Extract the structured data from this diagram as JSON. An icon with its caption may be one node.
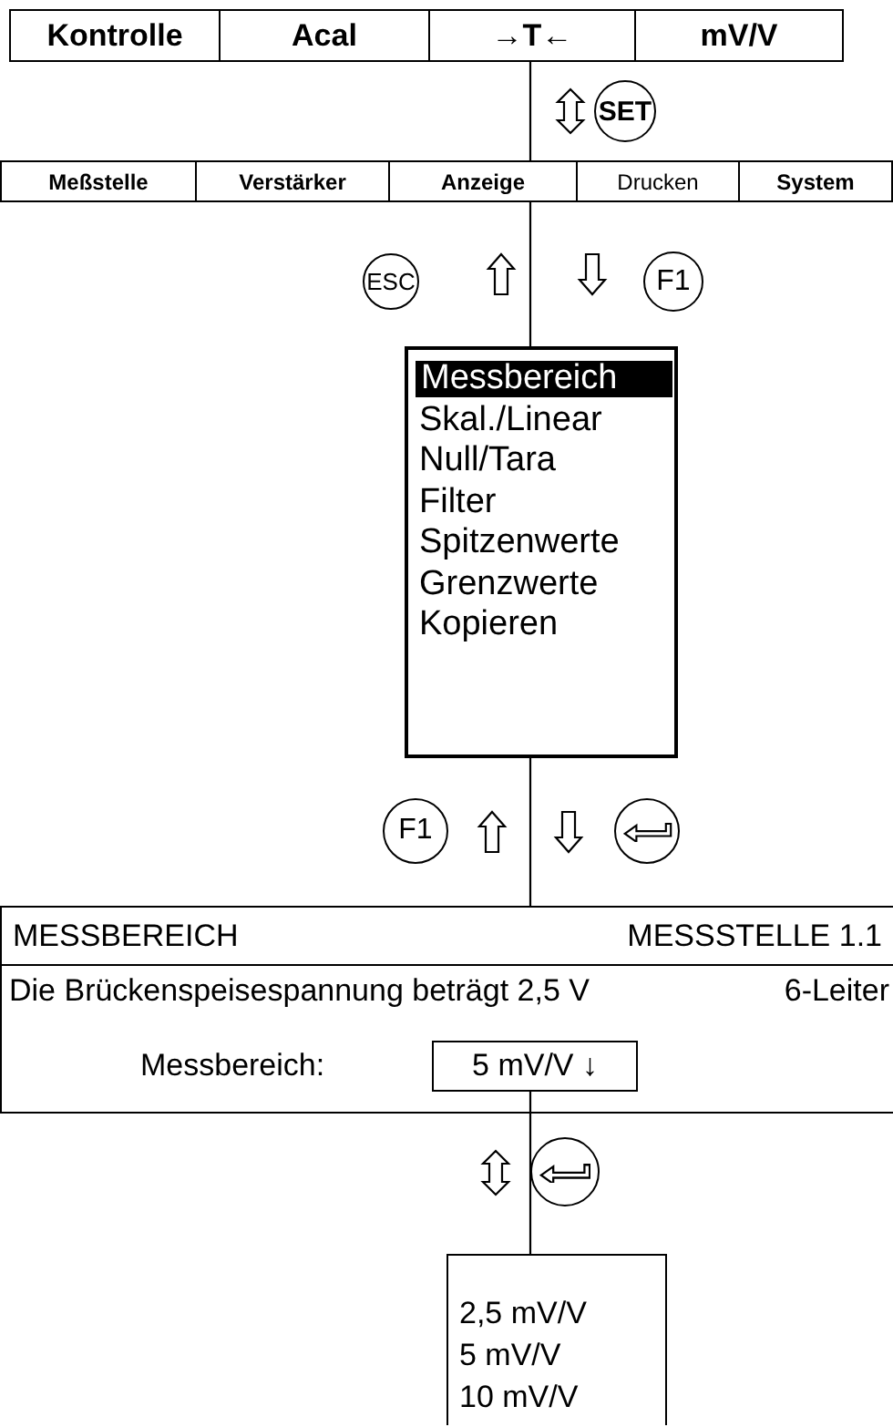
{
  "diagram": {
    "nodes": [
      {
        "text": [
          "Kontrolle"
        ]
      },
      {
        "text": [
          "Acal"
        ]
      },
      {
        "text": [
          "→T←"
        ]
      },
      {
        "text": [
          "mV/V"
        ]
      },
      {
        "text": [
          "SET"
        ]
      },
      {
        "text": [
          "Meßstelle"
        ]
      },
      {
        "text": [
          "Verstärker"
        ]
      },
      {
        "text": [
          "Anzeige"
        ]
      },
      {
        "text": [
          "Drucken"
        ]
      },
      {
        "text": [
          "System"
        ]
      },
      {
        "text": [
          "ESC"
        ]
      },
      {
        "text": [
          "F1"
        ]
      },
      {
        "text": [
          "Messbereich",
          "Skal./Linear",
          "Null/Tara",
          "Filter",
          "Spitzenwerte",
          "Grenzwerte",
          "Kopieren"
        ]
      },
      {
        "text": [
          "F1"
        ]
      },
      {
        "text": [],
        "shape": "circle"
      },
      {
        "text": [
          "MESSBEREICH",
          "MESSSTELLE 1.1",
          "Die Brückenspeisespannung beträgt 2,5 V",
          "6-Leiter",
          "Messbereich:"
        ]
      },
      {
        "text": [
          "5 mV/V ↓"
        ],
        "in": 15
      },
      {
        "text": [],
        "shape": "circle"
      },
      {
        "text": [
          "2,5 mV/V",
          "5 mV/V",
          "10 mV/V"
        ]
      }
    ],
    "edges": [
      {
        "from": 2,
        "to": 7,
        "arrow": "none"
      },
      {
        "from": 7,
        "to": 12,
        "arrow": "none"
      },
      {
        "from": 12,
        "to": 15,
        "arrow": "none"
      },
      {
        "from": 16,
        "to": 18,
        "arrow": "none"
      },
      {
        "from": 2,
        "to": 7,
        "arrow": "both",
        "style": "thick"
      },
      {
        "from": 12,
        "to": 7,
        "arrow": "to",
        "style": "thick"
      },
      {
        "from": 7,
        "to": 12,
        "arrow": "to",
        "style": "thick"
      },
      {
        "from": 15,
        "to": 12,
        "arrow": "to",
        "style": "thick"
      },
      {
        "from": 12,
        "to": 15,
        "arrow": "to",
        "style": "thick"
      },
      {
        "from": 16,
        "to": 18,
        "arrow": "both",
        "style": "thick"
      }
    ]
  }
}
